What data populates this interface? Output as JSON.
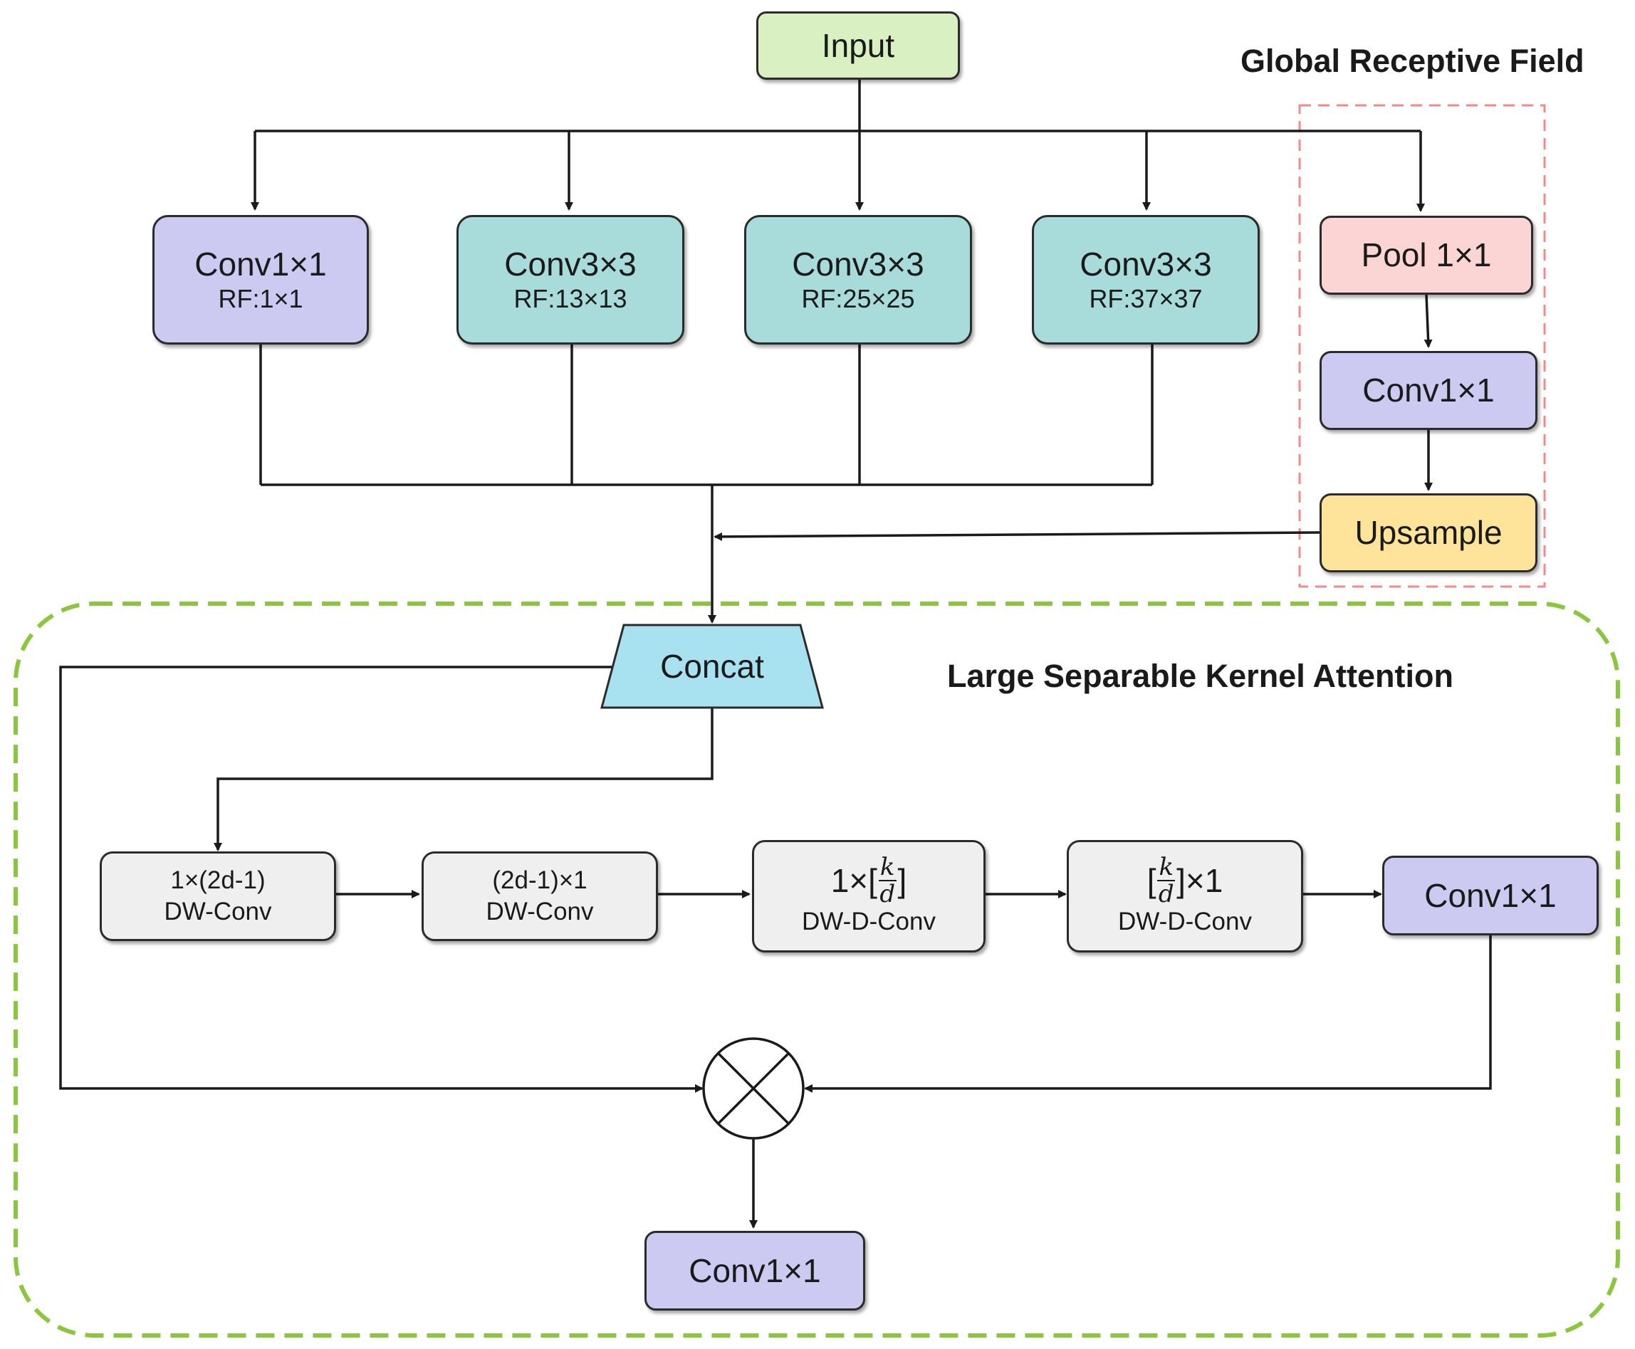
{
  "input": {
    "label": "Input"
  },
  "regions": {
    "global": "Global Receptive Field",
    "lska": "Large Separable Kernel Attention"
  },
  "branches": [
    {
      "op": "Conv1×1",
      "rf": "RF:1×1"
    },
    {
      "op": "Conv3×3",
      "rf": "RF:13×13"
    },
    {
      "op": "Conv3×3",
      "rf": "RF:25×25"
    },
    {
      "op": "Conv3×3",
      "rf": "RF:37×37"
    }
  ],
  "global_branch": {
    "pool": "Pool 1×1",
    "conv": "Conv1×1",
    "upsample": "Upsample"
  },
  "concat": "Concat",
  "lska_chain": [
    {
      "top": "1×(2d-1)",
      "bottom": "DW-Conv"
    },
    {
      "top": "(2d-1)×1",
      "bottom": "DW-Conv"
    },
    {
      "prefix": "1×[",
      "num": "k",
      "den": "d",
      "suffix": "]",
      "bottom": "DW-D-Conv"
    },
    {
      "prefix": "[",
      "num": "k",
      "den": "d",
      "suffix": "]×1",
      "bottom": "DW-D-Conv"
    }
  ],
  "lska_conv": "Conv1×1",
  "multiply_symbol": "multiply",
  "output_conv": "Conv1×1",
  "colors": {
    "conv1x1": "#cdcaf2",
    "conv3x3": "#a8dcdb",
    "input": "#d9f0c2",
    "pool": "#fbd4d4",
    "upsample": "#fde49a",
    "concat": "#a8e2f0",
    "dw": "#efefef",
    "global_border": "#f08a8a",
    "lska_border": "#8cc63f"
  }
}
